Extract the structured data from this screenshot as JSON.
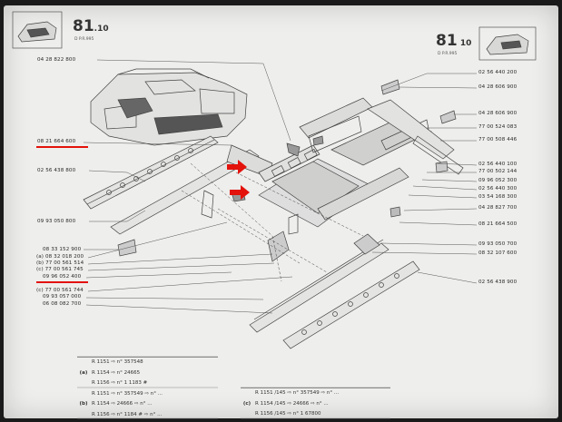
{
  "header": {
    "left_code": "81",
    "left_sub": ".10",
    "left_small": "D   P.R.995",
    "right_code": "81",
    "right_sub": "10",
    "right_small": "D   P.R.995"
  },
  "left_labels": [
    "04 28 822 800",
    "08 21 664 600",
    "02 56 438 800",
    "09 93 050 800",
    "08 33 152 900",
    "(a) 08 32 018 200",
    "(b) 77 00 561 514",
    "(c) 77 00 561 745",
    "09 96 052 400",
    "(c) 77 00 561 744",
    "09 93 057 000",
    "06 08 082 700"
  ],
  "right_labels": [
    "02 56 440 200",
    "04 28 606 900",
    "04 28 606 900",
    "77 00 524 083",
    "77 00 508 446",
    "02 56 440 100",
    "77 00 502 144",
    "09 96 052 300",
    "02 56 440 300",
    "03 54 168 300",
    "04 28 827 700",
    "08 21 664 500",
    "09 93 050 700",
    "08 32 107 600",
    "02 56 438 900"
  ],
  "table_left": [
    {
      "label": "",
      "text": "R 1151  ⇨  n°  357548"
    },
    {
      "label": "(a)",
      "text": "R 1154  ⇨  n°  24665"
    },
    {
      "label": "",
      "text": "R 1156  ⇨  n°  1   1183 #"
    },
    {
      "label": "",
      "text": "R 1151  ⇨  n°  357549  ⇨  n° ..."
    },
    {
      "label": "(b)",
      "text": "R 1154  ⇨  24666  ⇨  n° ..."
    },
    {
      "label": "",
      "text": "R 1156  ⇨  n°  1184 #  ⇨  n° ..."
    }
  ],
  "table_right": [
    {
      "label": "",
      "text": "R 1151 /145  ⇨  n°  357549  ⇨  n° ..."
    },
    {
      "label": "(c)",
      "text": "R 1154 /145  ⇨  24666  ⇨  n° ..."
    },
    {
      "label": "",
      "text": "R 1156 /145  ⇨  n°  1   67800"
    }
  ],
  "colors": {
    "highlight": "#e3120b",
    "paper": "#eeeeec",
    "ink": "#333333"
  }
}
